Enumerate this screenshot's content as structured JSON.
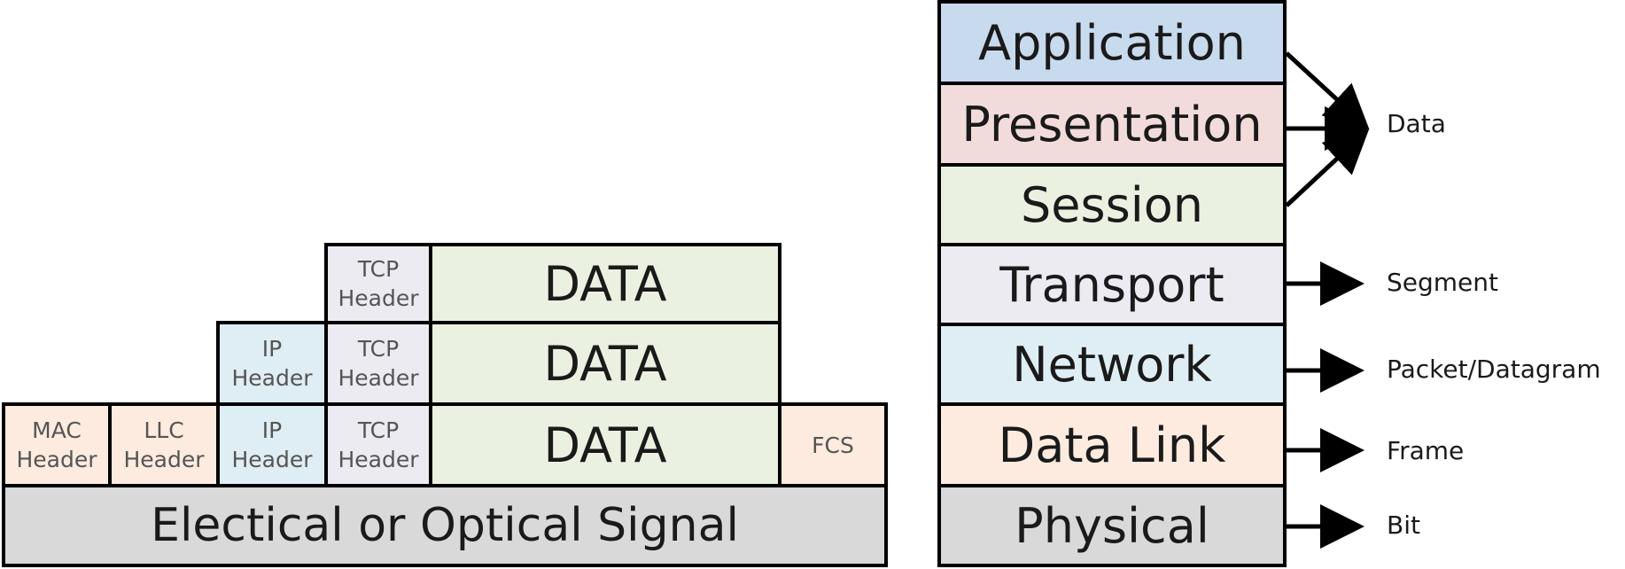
{
  "encapsulation": {
    "transport_row": {
      "tcp_header": "TCP\nHeader",
      "data": "DATA"
    },
    "network_row": {
      "ip_header": "IP\nHeader",
      "tcp_header": "TCP\nHeader",
      "data": "DATA"
    },
    "datalink_row": {
      "mac_header": "MAC\nHeader",
      "llc_header": "LLC\nHeader",
      "ip_header": "IP\nHeader",
      "tcp_header": "TCP\nHeader",
      "data": "DATA",
      "fcs": "FCS"
    },
    "physical_row": {
      "signal": "Electical or Optical Signal"
    }
  },
  "osi_layers": [
    {
      "name": "Application"
    },
    {
      "name": "Presentation"
    },
    {
      "name": "Session"
    },
    {
      "name": "Transport"
    },
    {
      "name": "Network"
    },
    {
      "name": "Data Link"
    },
    {
      "name": "Physical"
    }
  ],
  "pdu_labels": {
    "data": "Data",
    "segment": "Segment",
    "packet": "Packet/Datagram",
    "frame": "Frame",
    "bit": "Bit"
  },
  "colors": {
    "application": "#c8daee",
    "presentation": "#f2dcdb",
    "session": "#ebf1e1",
    "transport": "#ecebf2",
    "network": "#dfeef4",
    "data_link": "#fdebdf",
    "physical": "#d9d9d9"
  }
}
